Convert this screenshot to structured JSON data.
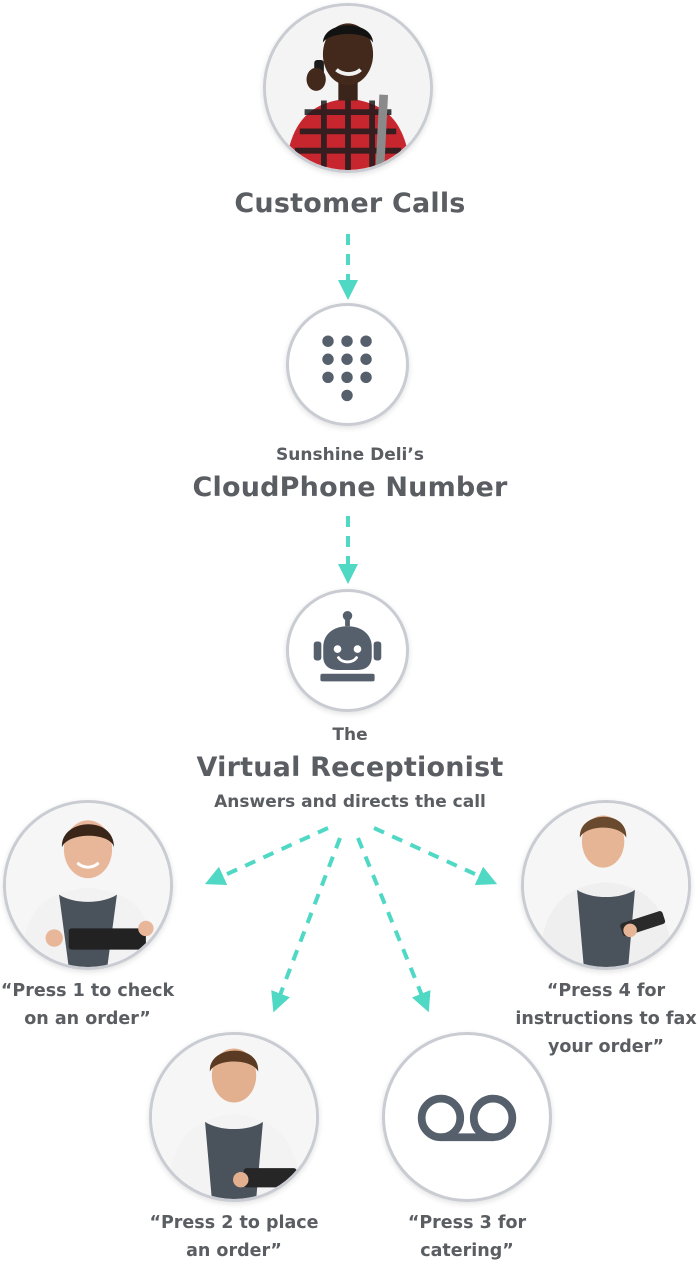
{
  "step_customer": {
    "title": "Customer Calls"
  },
  "step_number": {
    "subtitle": "Sunshine Deli’s",
    "title": "CloudPhone Number"
  },
  "step_receptionist": {
    "pre": "The",
    "title": "Virtual Receptionist",
    "subtitle": "Answers and directs the call"
  },
  "options": {
    "opt1": {
      "line1": "“Press 1 to check",
      "line2": "on an order”"
    },
    "opt2": {
      "line1": "“Press 2 to place",
      "line2": "an order”"
    },
    "opt3": {
      "line1": "“Press 3 for",
      "line2": "catering”"
    },
    "opt4": {
      "line1": "“Press 4 for",
      "line2": "instructions to fax",
      "line3": "your order”"
    }
  },
  "icons": {
    "customer": "person-on-phone-photo",
    "number": "keypad-icon",
    "receptionist": "robot-icon",
    "opt1": "waitress-photo",
    "opt2": "waiter-at-register-photo",
    "opt3": "voicemail-icon",
    "opt4": "waiter-with-tablet-photo"
  },
  "colors": {
    "arrow": "#4fd8c4",
    "icon": "#56606d",
    "text": "#5a5d61",
    "ring": "#c9ccd2"
  }
}
